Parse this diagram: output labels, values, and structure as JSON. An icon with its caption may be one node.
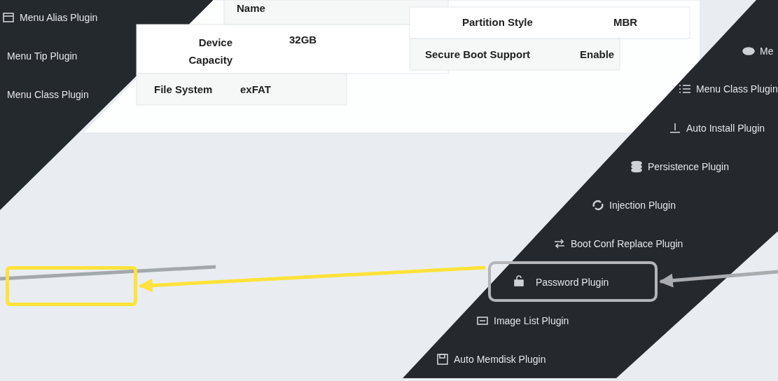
{
  "diagram": {
    "nodes": [
      {
        "text": [],
        "shape": "box"
      },
      {
        "text": [
          "Password Plugin"
        ]
      }
    ],
    "edges": [
      {
        "from": 1,
        "to": 0,
        "arrow": "to",
        "color": "#ffe23a"
      },
      {
        "from": null,
        "to": 1,
        "arrow": "to",
        "color": "#a9abae"
      }
    ],
    "labels": [
      "Menu Alias Plugin",
      "Name",
      "Partition Style",
      "MBR",
      "Menu Tip Plugin",
      "Device Capacity",
      "32GB",
      "Secure Boot Support",
      "Enable",
      "Me",
      "Menu Class Plugin",
      "File System",
      "exFAT",
      "Menu Class Plugin",
      "Auto Install Plugin",
      "Persistence Plugin",
      "Injection Plugin",
      "Boot Conf Replace Plugin",
      "Image List Plugin",
      "Auto Memdisk Plugin"
    ]
  }
}
